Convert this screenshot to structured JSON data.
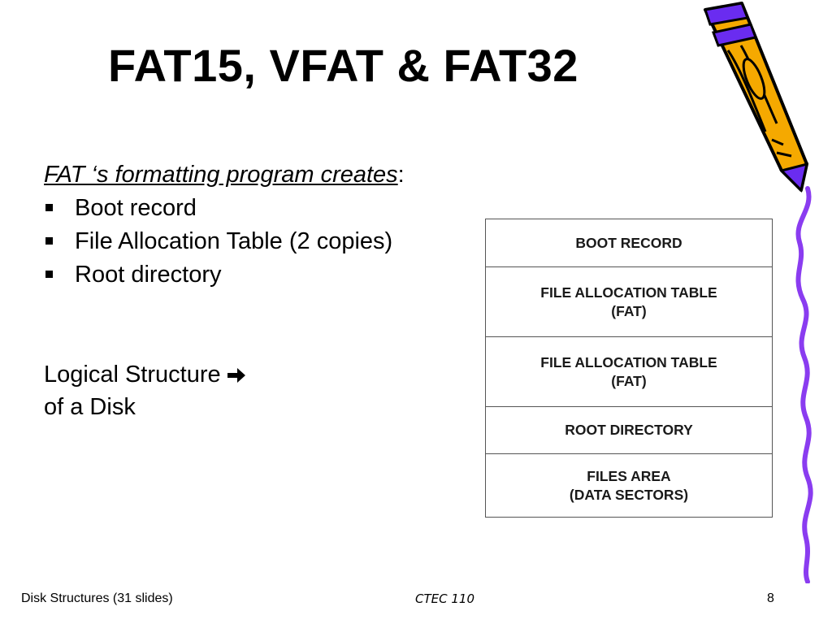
{
  "title": "FAT15, VFAT & FAT32",
  "intro": {
    "emphasis": "FAT ‘s formatting program creates",
    "suffix": ":"
  },
  "bullets": [
    "Boot record",
    "File Allocation Table (2 copies)",
    "Root directory"
  ],
  "logical_structure": {
    "line1": "Logical Structure",
    "line2": "of a Disk"
  },
  "disk_structure": [
    {
      "line1": "BOOT RECORD",
      "line2": ""
    },
    {
      "line1": "FILE ALLOCATION TABLE",
      "line2": "(FAT)"
    },
    {
      "line1": "FILE ALLOCATION TABLE",
      "line2": "(FAT)"
    },
    {
      "line1": "ROOT DIRECTORY",
      "line2": ""
    },
    {
      "line1": "FILES AREA",
      "line2": "(DATA SECTORS)"
    }
  ],
  "footer": {
    "left": "Disk Structures (31 slides)",
    "center": "CTEC 110",
    "right": "8"
  },
  "colors": {
    "pencil_body": "#f5a900",
    "pencil_accent": "#6a2cf0",
    "squiggle": "#8a3cf0"
  },
  "icons": [
    "pencil-icon",
    "arrow-right-icon",
    "bullet-square-icon"
  ]
}
